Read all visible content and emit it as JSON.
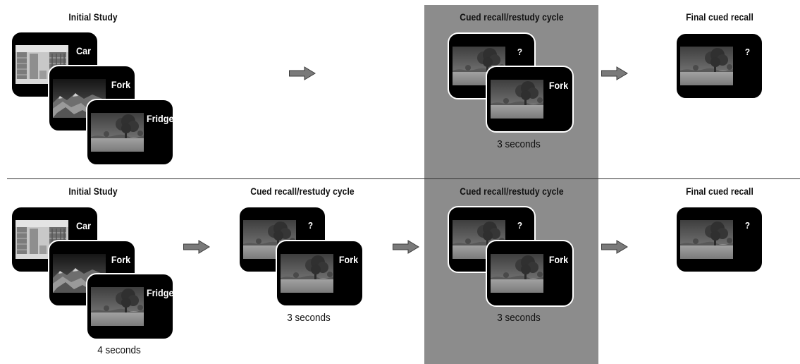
{
  "labels": {
    "initial_study": "Initial Study",
    "cued_cycle": "Cued recall/restudy cycle",
    "final_recall": "Final cued recall",
    "three_seconds": "3 seconds",
    "four_seconds": "4 seconds"
  },
  "cards": {
    "car": "Car",
    "fork": "Fork",
    "fridge": "Fridge",
    "question": "?"
  },
  "colors": {
    "highlight_band": "#8c8c8c",
    "card_bg": "#000000",
    "arrow_fill": "#7a7a7a"
  },
  "icons": {
    "arrow": "right-arrow-icon",
    "library_photo": "library-photo",
    "mountain_photo": "mountain-photo",
    "tree_photo": "tree-field-photo"
  }
}
